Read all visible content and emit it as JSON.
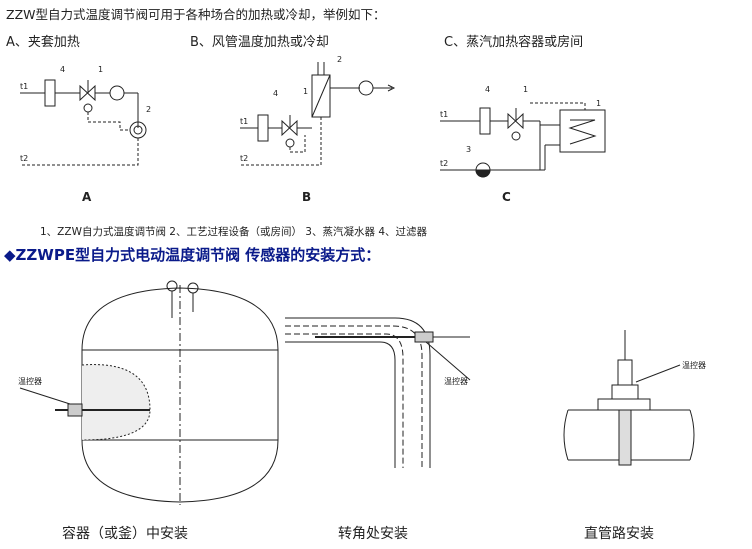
{
  "intro": "ZZW型自力式温度调节阀可用于各种场合的加热或冷却，举例如下：",
  "examples": [
    {
      "title": "A、夹套加热",
      "label": "A"
    },
    {
      "title": "B、风管温度加热或冷却",
      "label": "B"
    },
    {
      "title": "C、蒸汽加热容器或房间",
      "label": "C"
    }
  ],
  "legend": "1、ZZW自力式温度调节阀   2、工艺过程设备（或房间）   3、蒸汽凝水器   4、过滤器",
  "heading": "◆ZZWPE型自力式电动温度调节阀  传感器的安装方式：",
  "diagram_marks": {
    "n1": "1",
    "n2": "2",
    "n3": "3",
    "n4": "4",
    "t1": "t1",
    "t2": "t2"
  },
  "installs": [
    {
      "caption": "容器（或釜）中安装",
      "sensor_label": "温控器"
    },
    {
      "caption": "转角处安装",
      "sensor_label": "温控器"
    },
    {
      "caption": "直管路安装",
      "sensor_label": "温控器"
    }
  ]
}
